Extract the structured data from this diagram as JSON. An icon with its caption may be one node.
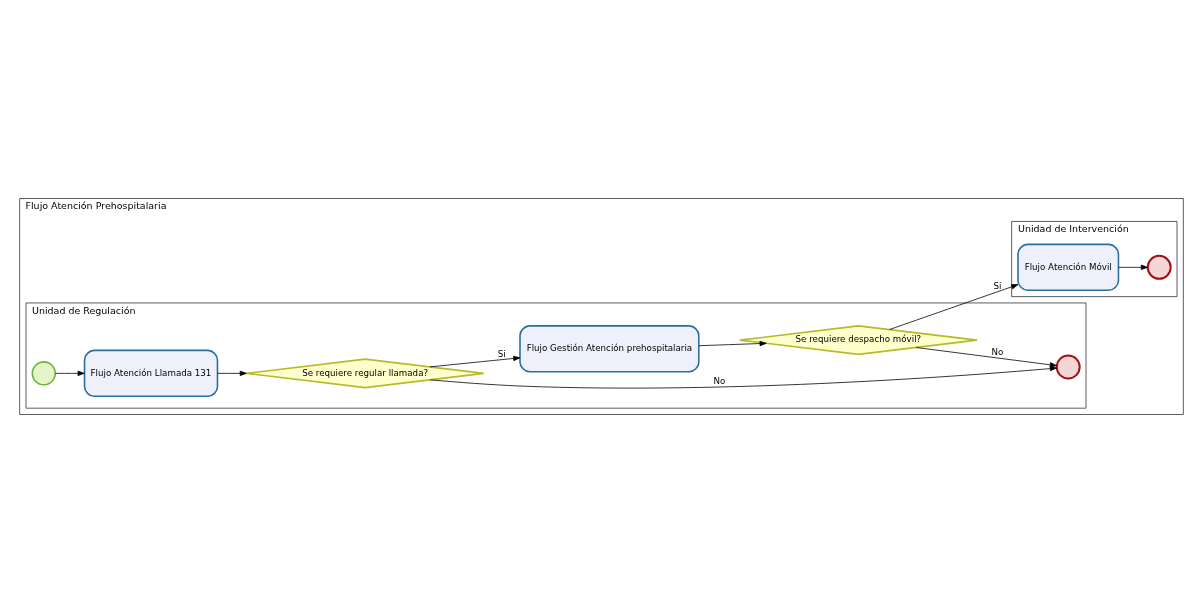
{
  "diagram": {
    "nodes": [
      {
        "text": [
          "Flujo Atención Prehospitalaria"
        ]
      },
      {
        "text": [
          "Unidad de Regulación"
        ],
        "in": 0
      },
      {
        "text": [
          "Unidad de Intervención"
        ],
        "in": 0
      },
      {
        "text": [],
        "shape": "circle",
        "in": 1
      },
      {
        "text": [
          "Flujo Atención Llamada 131"
        ],
        "in": 1
      },
      {
        "text": [
          "Se requiere regular llamada?"
        ],
        "in": 1
      },
      {
        "text": [],
        "shape": "circle",
        "in": 1
      },
      {
        "text": [
          "Flujo Gestión Atención prehospitalaria"
        ],
        "in": 1
      },
      {
        "text": [
          "Se requiere despacho móvil?"
        ],
        "in": 1
      },
      {
        "text": [
          "Flujo Atención Móvil"
        ],
        "in": 2
      },
      {
        "text": [],
        "shape": "circle",
        "in": 2
      }
    ],
    "edges": [
      {
        "from": 3,
        "to": 4,
        "arrow": "to"
      },
      {
        "from": 4,
        "to": 5,
        "arrow": "to"
      },
      {
        "from": 5,
        "to": 6,
        "label": "No",
        "arrow": "to"
      },
      {
        "from": 5,
        "to": 7,
        "label": "Si",
        "arrow": "to"
      },
      {
        "from": 7,
        "to": 8,
        "arrow": "to"
      },
      {
        "from": 8,
        "to": 6,
        "label": "No",
        "arrow": "to"
      },
      {
        "from": 8,
        "to": 9,
        "label": "Si",
        "arrow": "to"
      },
      {
        "from": 9,
        "to": 10,
        "arrow": "to"
      }
    ]
  }
}
